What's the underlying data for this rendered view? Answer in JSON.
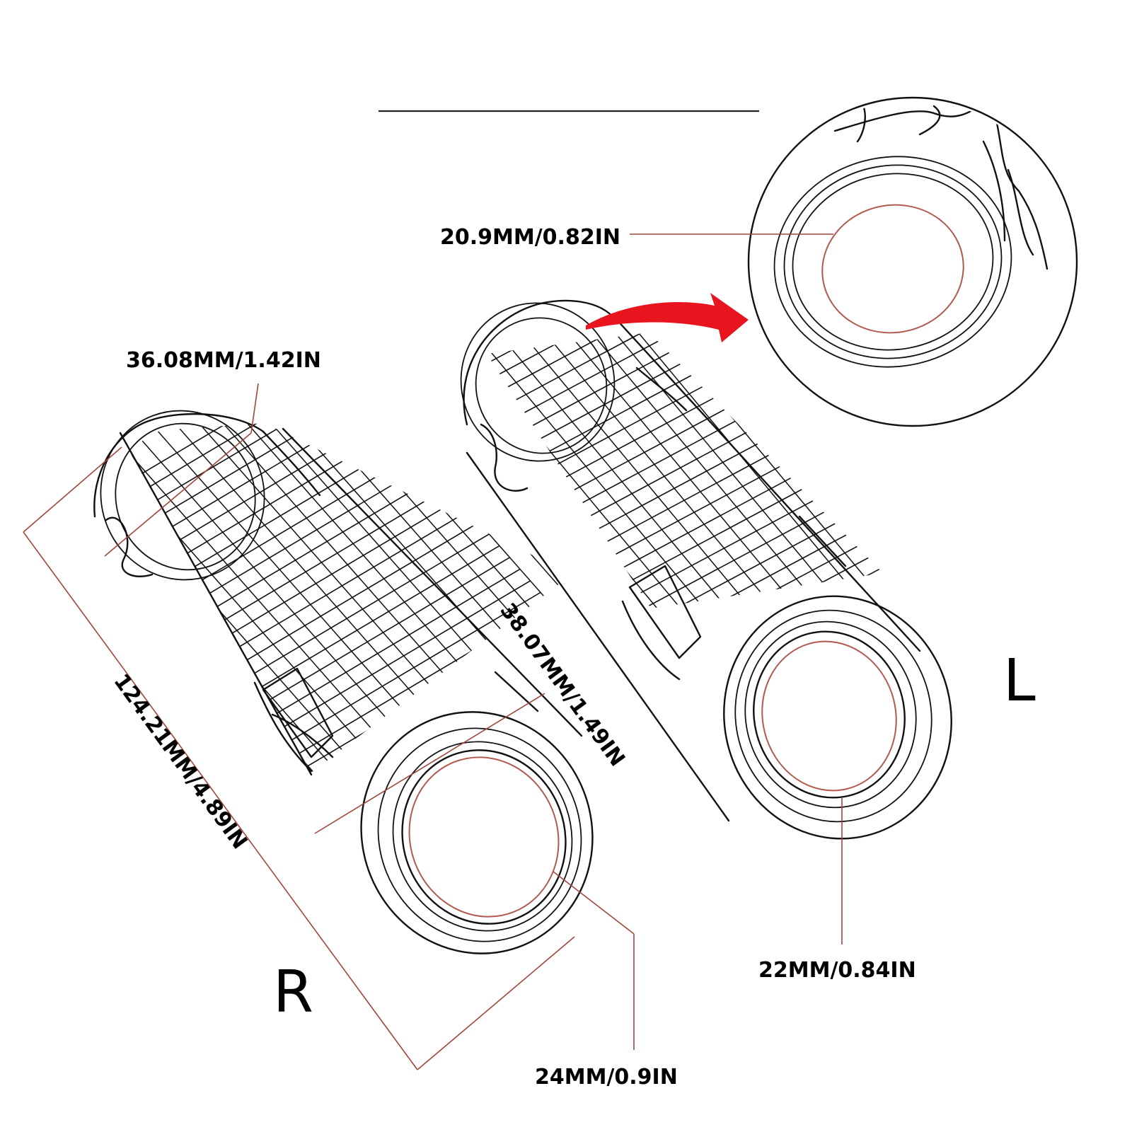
{
  "labels": {
    "magnified_inner_diameter": "20.9MM/0.82IN",
    "right_grip_end_diameter": "36.08MM/1.42IN",
    "right_grip_outer_diameter": "38.07MM/1.49IN",
    "right_grip_length": "124.21MM/4.89IN",
    "right_grip_inner_diameter": "24MM/0.9IN",
    "left_grip_inner_diameter": "22MM/0.84IN"
  },
  "sides": {
    "right": "R",
    "left": "L"
  },
  "colors": {
    "outline": "#111111",
    "dimension_line": "#a0463c",
    "arrow": "#e8141e",
    "background": "#ffffff"
  }
}
